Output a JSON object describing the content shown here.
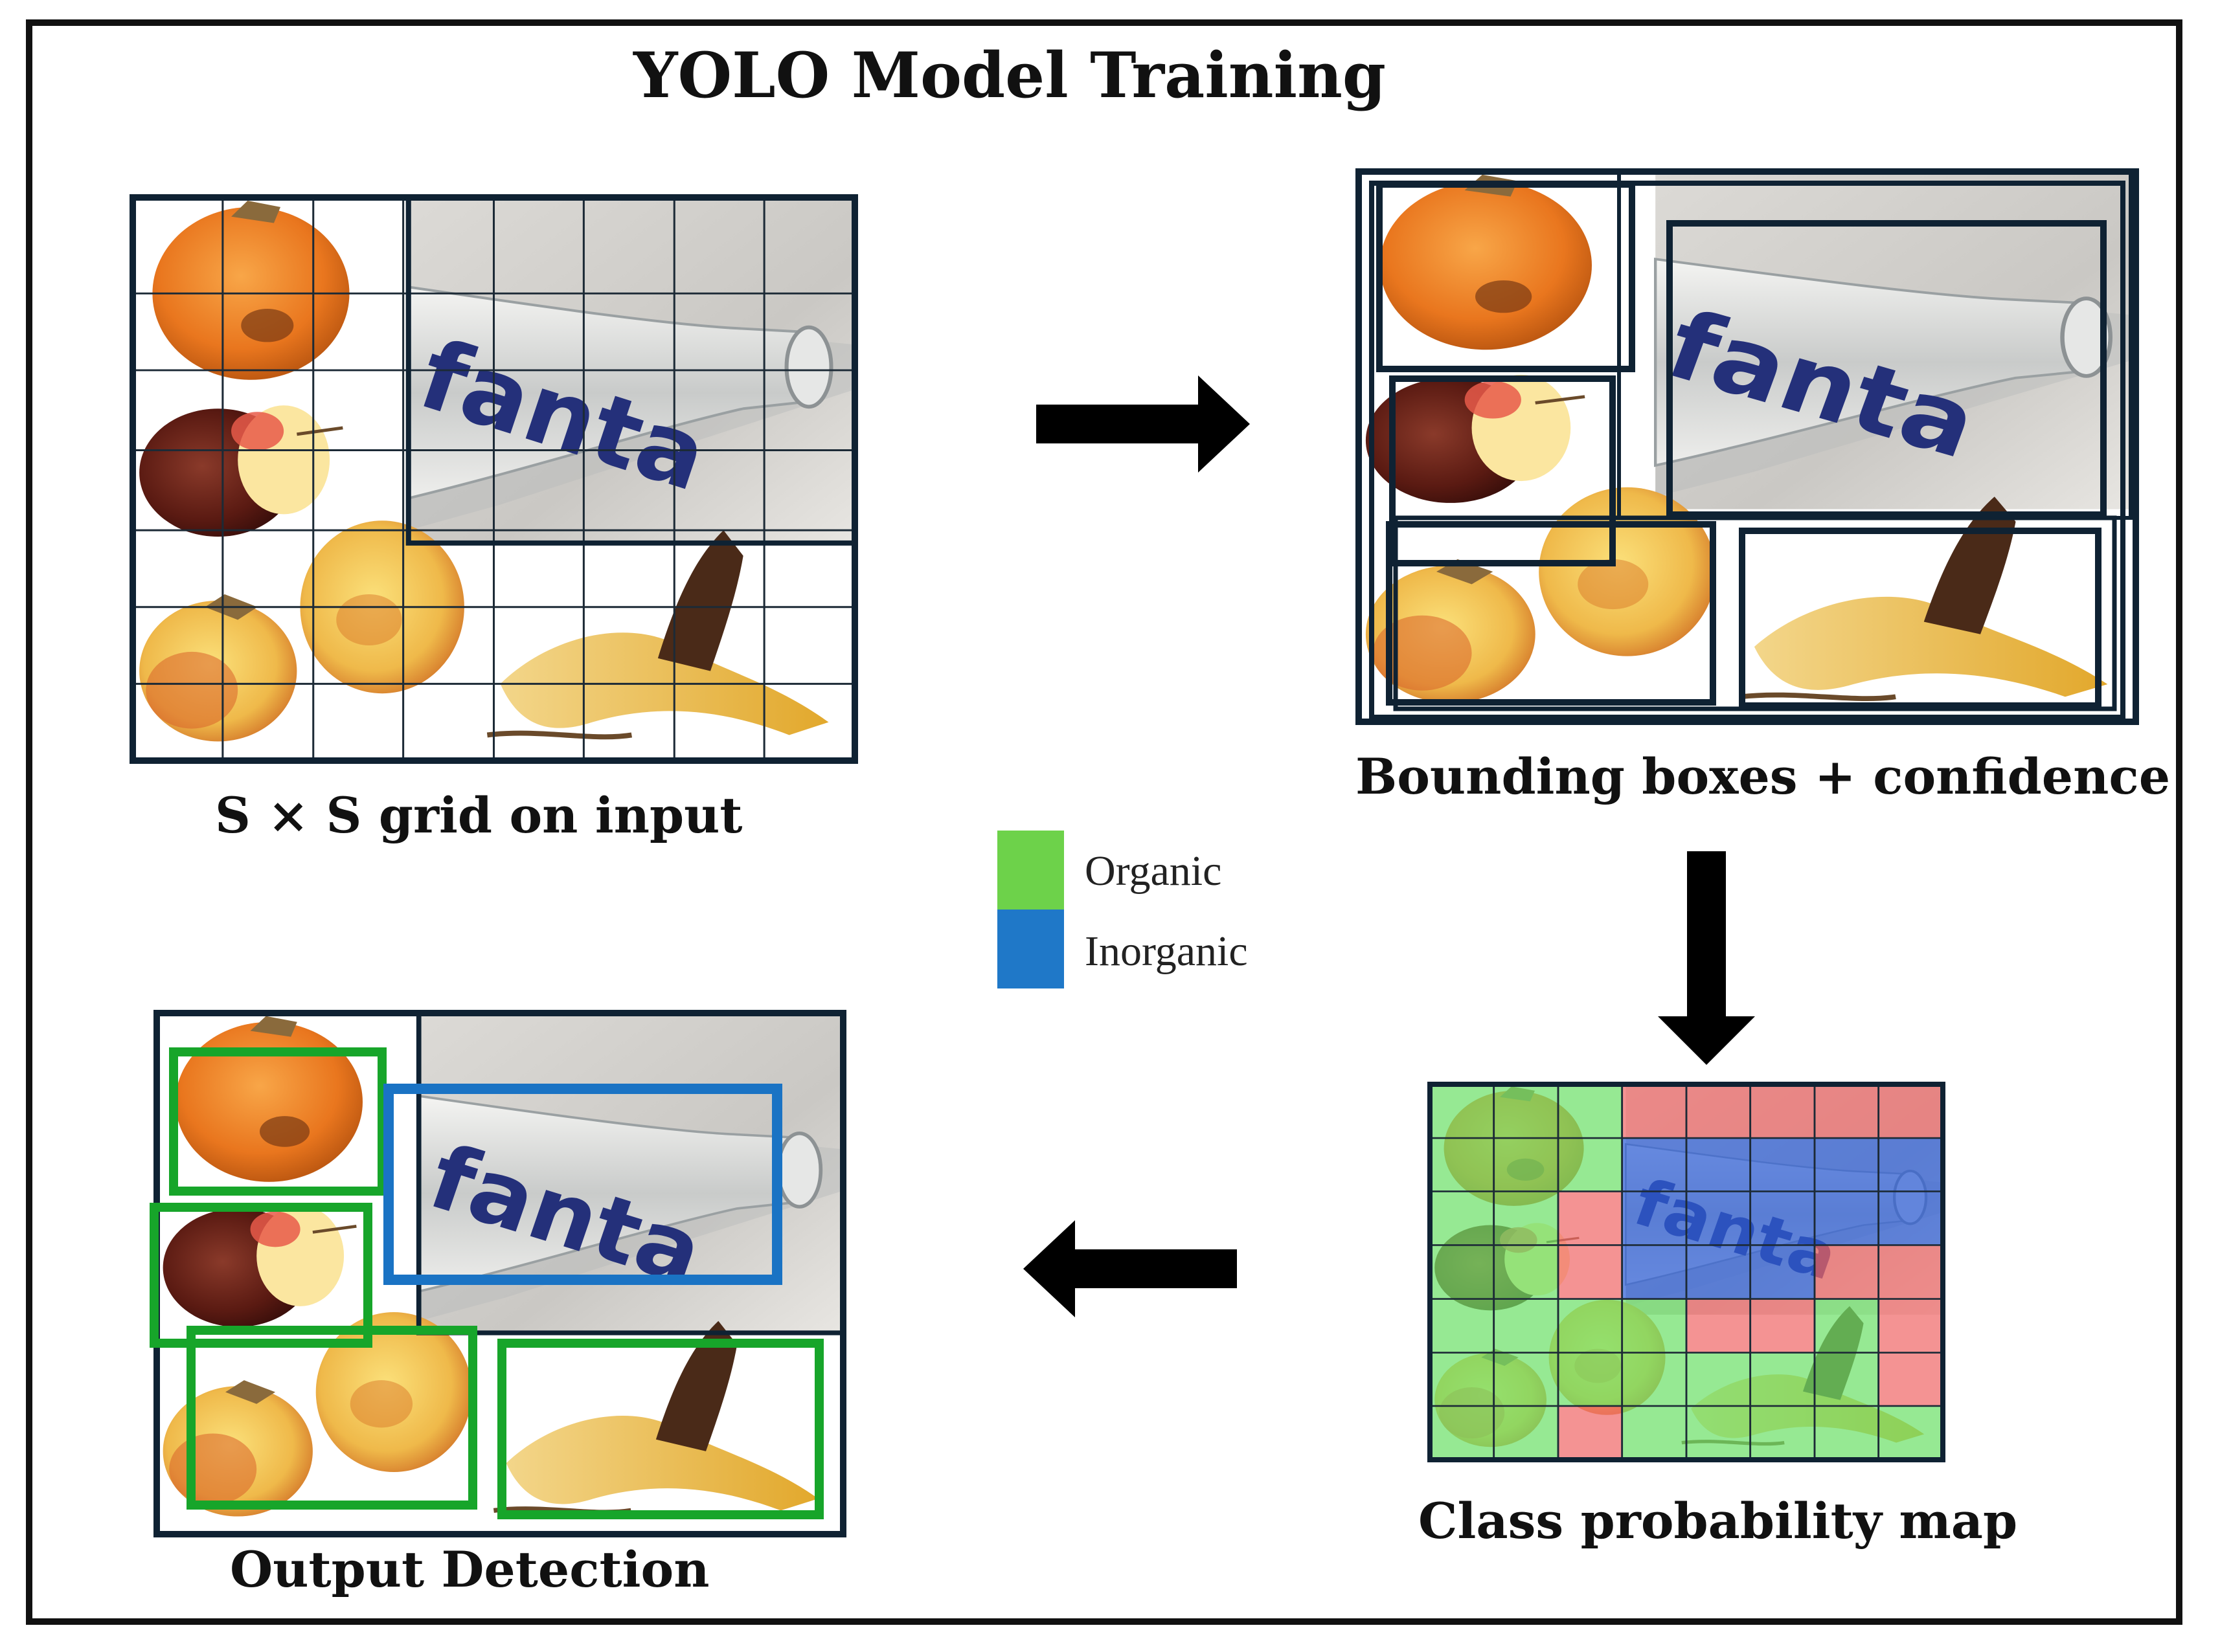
{
  "title": "YOLO Model Training",
  "panels": {
    "grid_input": {
      "caption": "S × S grid on input"
    },
    "bounding_boxes": {
      "caption": "Bounding boxes + confidence"
    },
    "class_map": {
      "caption": "Class probability map"
    },
    "output": {
      "caption": "Output Detection"
    }
  },
  "legend": [
    {
      "label": "Organic",
      "color": "#6dd24a"
    },
    {
      "label": "Inorganic",
      "color": "#1f78c8"
    }
  ],
  "bottle_text": "fanta",
  "colors": {
    "box_frame": "#0f2233",
    "organic_box": "#17a52a",
    "inorganic_box": "#1a73c4",
    "class_red": "#f06a6a",
    "class_green": "#6ee06a",
    "class_blue": "#2f5fd8"
  },
  "class_map_grid": [
    [
      "g",
      "g",
      "g",
      "r",
      "r",
      "r",
      "r",
      "r"
    ],
    [
      "g",
      "g",
      "g",
      "b",
      "b",
      "b",
      "b",
      "b"
    ],
    [
      "g",
      "g",
      "r",
      "b",
      "b",
      "b",
      "b",
      "b"
    ],
    [
      "g",
      "g",
      "r",
      "b",
      "b",
      "b",
      "r",
      "r"
    ],
    [
      "g",
      "g",
      "g",
      "g",
      "r",
      "r",
      "g",
      "r"
    ],
    [
      "g",
      "g",
      "g",
      "g",
      "g",
      "g",
      "g",
      "r"
    ],
    [
      "g",
      "g",
      "r",
      "g",
      "g",
      "g",
      "g",
      "g"
    ]
  ]
}
